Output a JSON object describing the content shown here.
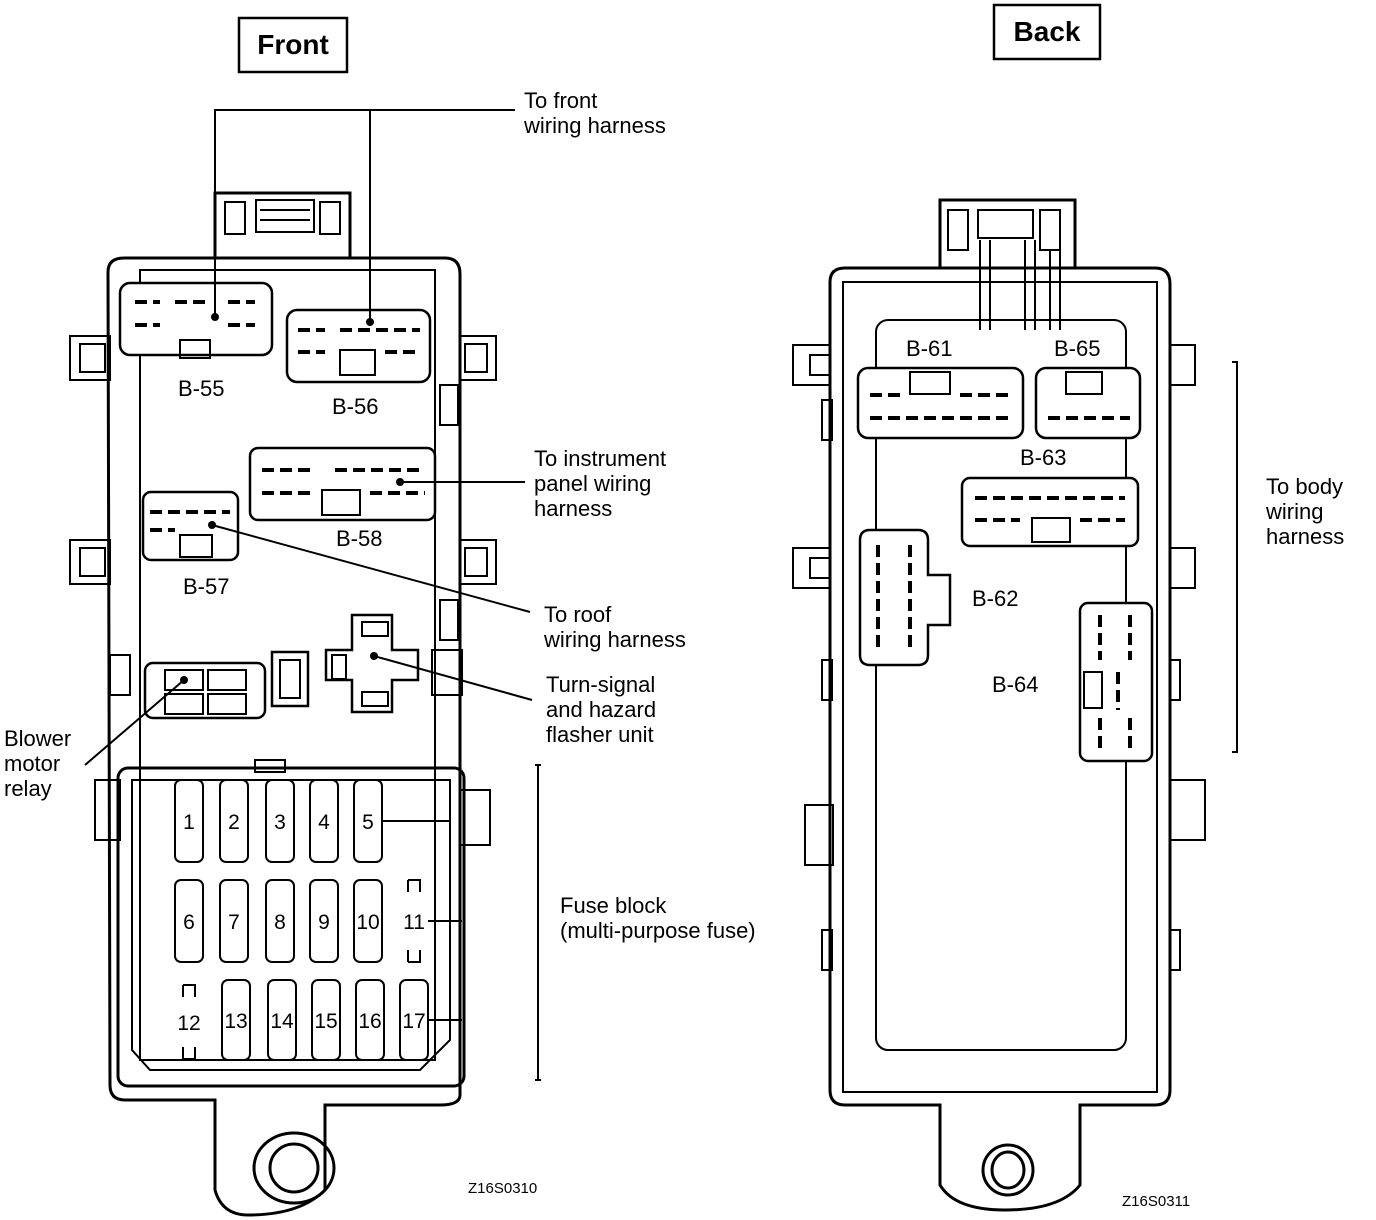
{
  "front": {
    "title": "Front",
    "connectors": {
      "b55": "B-55",
      "b56": "B-56",
      "b57": "B-57",
      "b58": "B-58"
    },
    "callouts": {
      "front_harness": [
        "To front",
        "wiring harness"
      ],
      "instrument_harness": [
        "To instrument",
        "panel wiring",
        "harness"
      ],
      "roof_harness": [
        "To roof",
        "wiring harness"
      ],
      "flasher": [
        "Turn-signal",
        "and hazard",
        "flasher unit"
      ],
      "blower": [
        "Blower",
        "motor",
        "relay"
      ],
      "fuse_block": [
        "Fuse block",
        "(multi-purpose fuse)"
      ]
    },
    "fuses": [
      "1",
      "2",
      "3",
      "4",
      "5",
      "6",
      "7",
      "8",
      "9",
      "10",
      "11",
      "12",
      "13",
      "14",
      "15",
      "16",
      "17"
    ],
    "code": "Z16S0310"
  },
  "back": {
    "title": "Back",
    "connectors": {
      "b61": "B-61",
      "b62": "B-62",
      "b63": "B-63",
      "b64": "B-64",
      "b65": "B-65"
    },
    "callouts": {
      "body_harness": [
        "To body",
        "wiring",
        "harness"
      ]
    },
    "code": "Z16S0311"
  }
}
